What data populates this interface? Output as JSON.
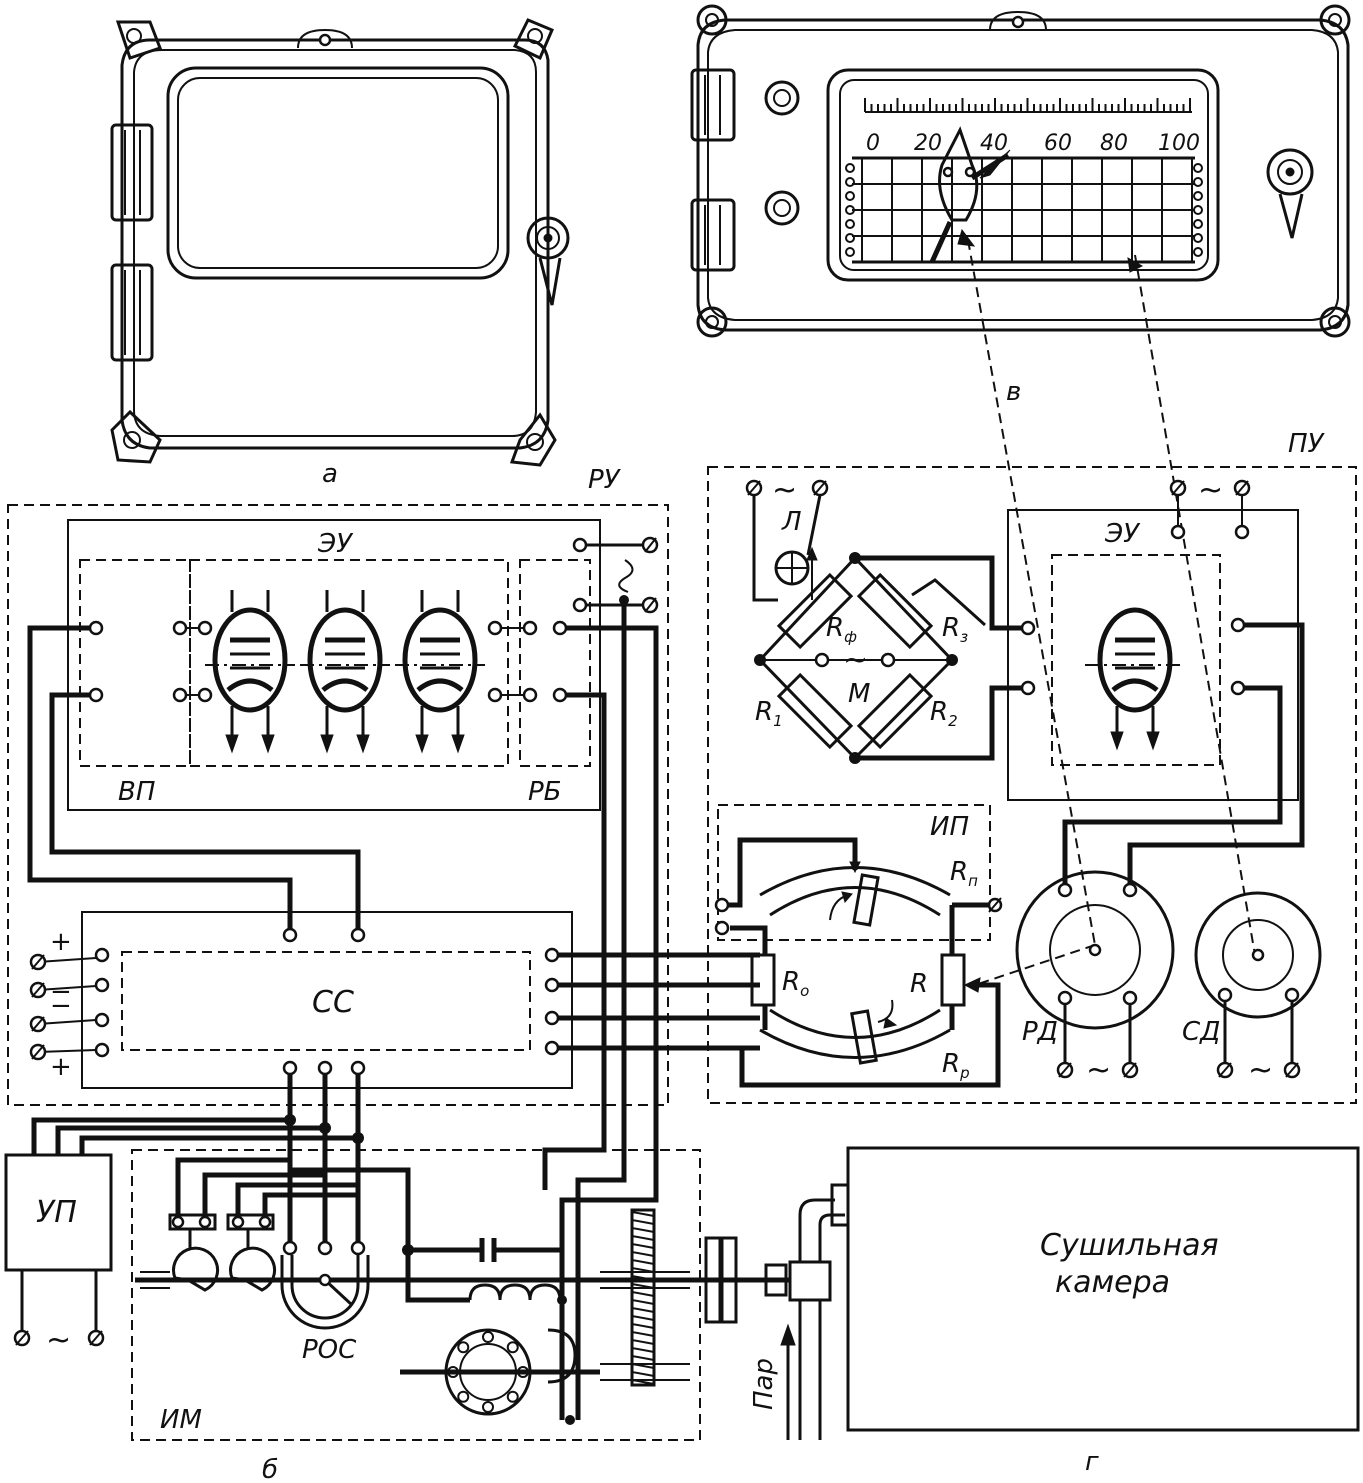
{
  "panel_labels": {
    "a": "а",
    "b": "б",
    "v": "в",
    "g": "г"
  },
  "blocks": {
    "ru": "РУ",
    "pu": "ПУ",
    "eu_left": "ЭУ",
    "eu_right": "ЭУ",
    "vp": "ВП",
    "rb": "РБ",
    "ss": "СС",
    "ip": "ИП",
    "rd": "РД",
    "sd": "СД",
    "up": "УП",
    "im": "ИМ",
    "ros": "РОС",
    "lamp": "Л",
    "bridge_m": "М"
  },
  "resistors": {
    "rf": "R",
    "rf_sub": "ф",
    "r3": "R",
    "r3_sub": "з",
    "r1": "R",
    "r1_sub": "1",
    "r2": "R",
    "r2_sub": "2",
    "rp": "R",
    "rp_sub": "п",
    "ro": "R",
    "ro_sub": "о",
    "r": "R",
    "rr": "R",
    "rr_sub": "р"
  },
  "polarity": [
    "+",
    "−",
    "−",
    "+"
  ],
  "scale_ticks": [
    "0",
    "20",
    "40",
    "60",
    "80",
    "100"
  ],
  "ac_symbol": "~",
  "chamber": {
    "line1": "Сушильная",
    "line2": "камера"
  },
  "steam_label": "Пар"
}
